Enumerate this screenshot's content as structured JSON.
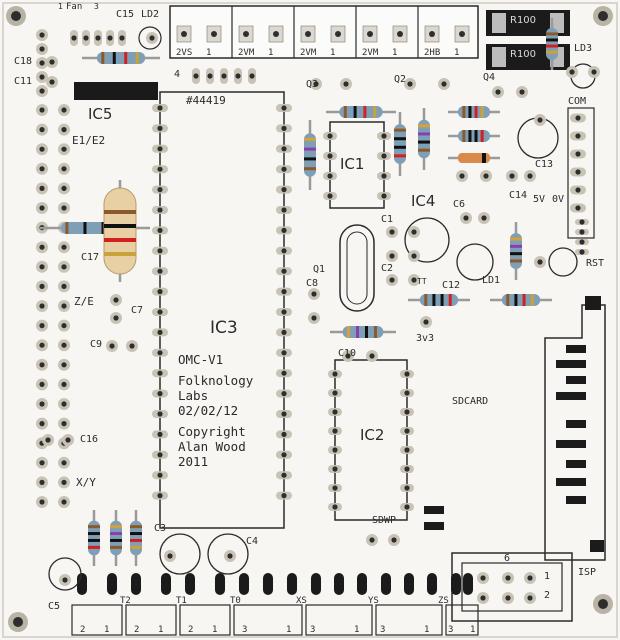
{
  "board": {
    "colors": {
      "pcb": "#f7f6f3",
      "silkscreen": "#1e1e1e",
      "pad": "#c9c3b6",
      "hole": "#2e2e2e",
      "resistor_body": "#7f9fb6",
      "resistor_large": "#e8cfa4"
    }
  },
  "labels": {
    "fan": "Fan",
    "fan_pin1": "1",
    "fan_pin3": "3",
    "c15": "C15",
    "ld2": "LD2",
    "c18": "C18",
    "c11": "C11",
    "ic5": "IC5",
    "e1e2": "E1/E2",
    "c17": "C17",
    "ze": "Z/E",
    "c7": "C7",
    "c9": "C9",
    "c16": "C16",
    "xy": "X/Y",
    "c5": "C5",
    "c3": "C3",
    "c4": "C4",
    "pin4": "4",
    "part_no": "#44419",
    "ic3": "IC3",
    "c8": "C8",
    "q1": "Q1",
    "c10": "C10",
    "ic1": "IC1",
    "q3": "Q3",
    "q2": "Q2",
    "q4": "Q4",
    "c1": "C1",
    "c2": "C2",
    "ic4": "IC4",
    "tt": "TT",
    "c6": "C6",
    "c12": "C12",
    "v3v3": "3v3",
    "c14": "C14",
    "c13": "C13",
    "v5v": "5V",
    "v0v": "0V",
    "ld1": "LD1",
    "rst": "RST",
    "com": "COM",
    "ld3": "LD3",
    "r100a": "R100",
    "r100b": "R100",
    "ic2": "IC2",
    "sdcard": "SDCARD",
    "sdwp": "SDWP",
    "isp": "ISP",
    "isp6": "6",
    "isp1": "1",
    "isp2": "2",
    "t2": "T2",
    "t1": "T1",
    "t0": "T0",
    "xs": "XS",
    "ys": "YS",
    "zs": "ZS"
  },
  "headers": [
    {
      "label": "2VS",
      "pin": "1"
    },
    {
      "label": "2VM",
      "pin": "1"
    },
    {
      "label": "2VM",
      "pin": "1"
    },
    {
      "label": "2VM",
      "pin": "1"
    },
    {
      "label": "2HB",
      "pin": "1"
    }
  ],
  "bottom_connectors": [
    {
      "a": "2",
      "b": "1"
    },
    {
      "a": "2",
      "b": "1"
    },
    {
      "a": "2",
      "b": "1"
    },
    {
      "a": "3",
      "b": "1"
    },
    {
      "a": "3",
      "b": "1"
    },
    {
      "a": "3",
      "b": "1"
    },
    {
      "a": "3",
      "b": "1"
    }
  ],
  "credits": {
    "line1": "OMC-V1",
    "line2": "Folknology",
    "line3": "Labs",
    "line4": "02/02/12",
    "line5": "Copyright",
    "line6": "Alan Wood",
    "line7": "2011"
  }
}
